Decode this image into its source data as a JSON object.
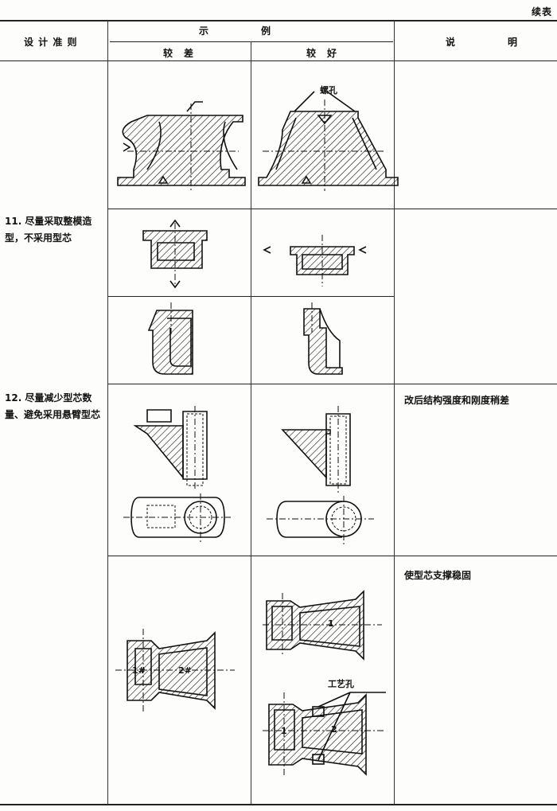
{
  "corner_title": "续表",
  "header": {
    "rule": "设 计 准 则",
    "example": "示　　　　　例",
    "worse": "较　差",
    "better": "较　好",
    "note": "说　　　　　明"
  },
  "rows": [
    {
      "rule": "",
      "note": "",
      "labels": {
        "better": "螺孔"
      }
    },
    {
      "rule": "11. 尽量采取整模造型，不采用型芯",
      "note": ""
    },
    {
      "rule": "",
      "note": ""
    },
    {
      "rule": "12. 尽量减少型芯数量、避免采用悬臂型芯",
      "note": "改后结构强度和刚度稍差"
    },
    {
      "rule": "",
      "note": "使型芯支撑稳固",
      "labels": {
        "worse_core1": "1#",
        "worse_core2": "2#",
        "better_top_core": "1",
        "better_bottom_core1": "1",
        "better_bottom_core2": "2",
        "better_hole": "工艺孔"
      }
    }
  ]
}
